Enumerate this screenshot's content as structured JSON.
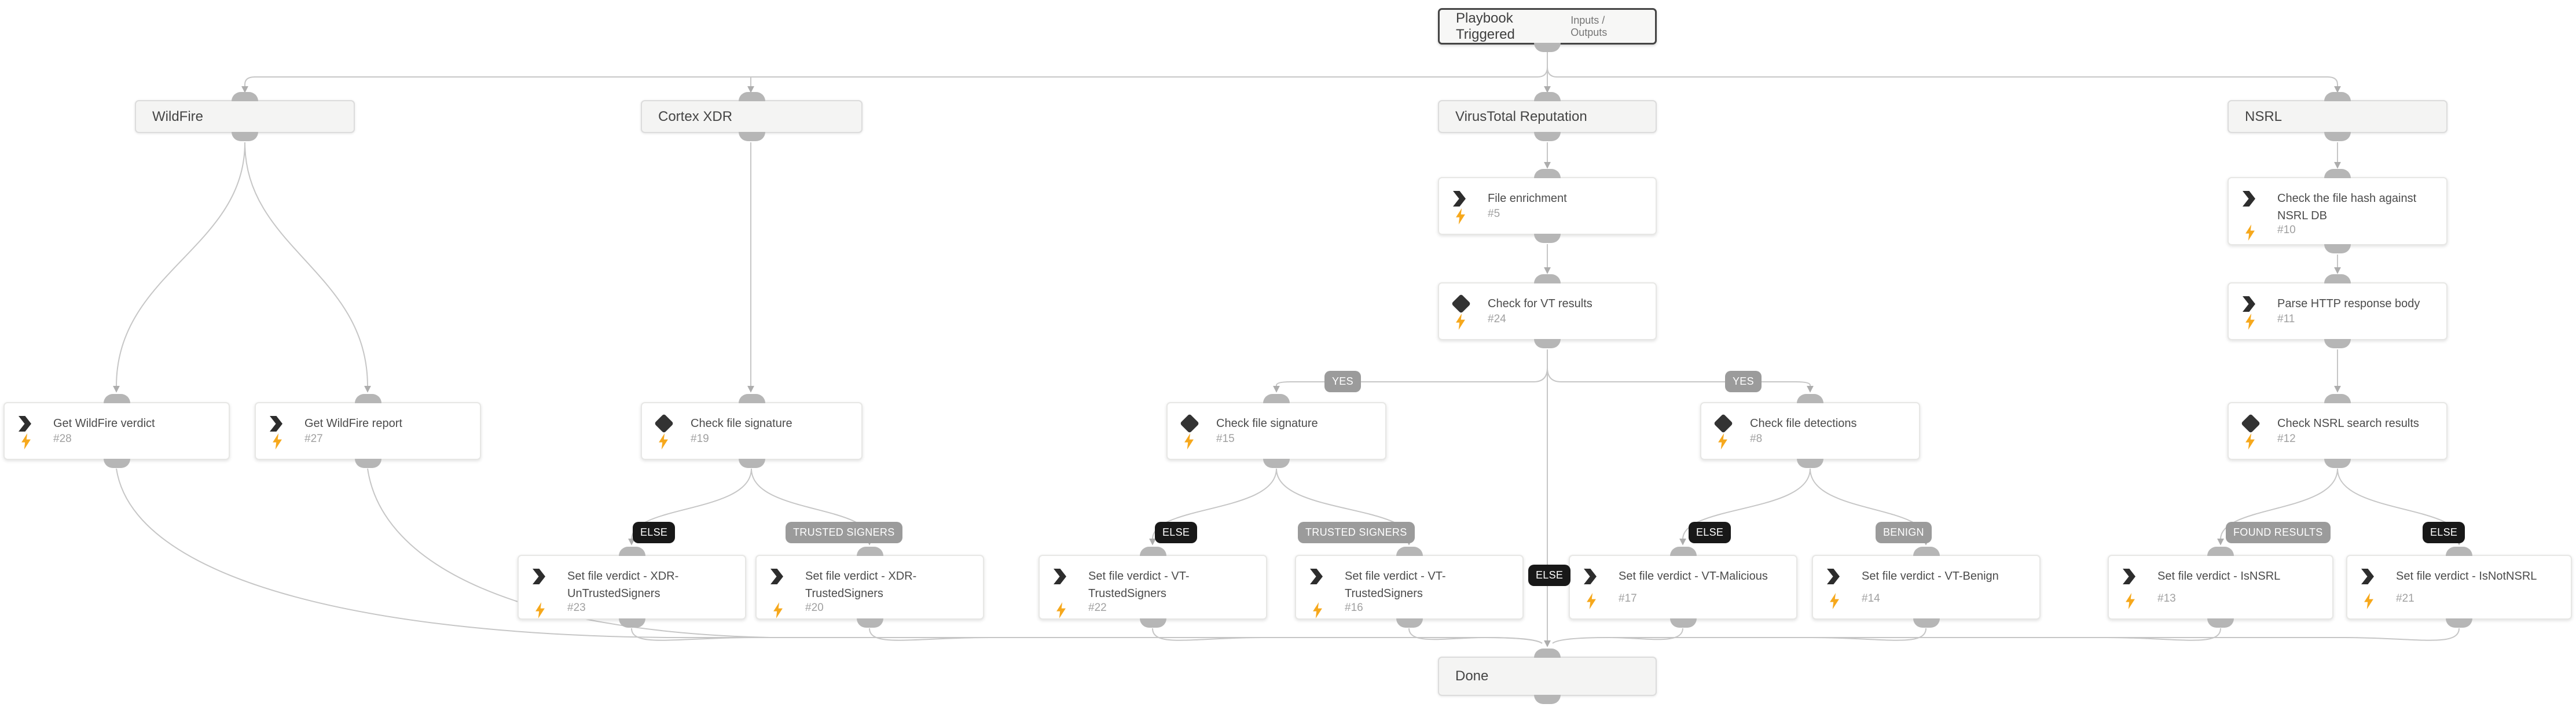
{
  "trigger": {
    "title": "Playbook Triggered",
    "io_label": "Inputs / Outputs"
  },
  "sections": [
    {
      "title": "WildFire"
    },
    {
      "title": "Cortex XDR"
    },
    {
      "title": "VirusTotal Reputation"
    },
    {
      "title": "NSRL"
    }
  ],
  "tasks": [
    {
      "title": "Get WildFire verdict",
      "id": "#28",
      "type": "playbook"
    },
    {
      "title": "Get WildFire report",
      "id": "#27",
      "type": "playbook"
    },
    {
      "title": "Check file signature",
      "id": "#19",
      "type": "condition"
    },
    {
      "title": "File enrichment",
      "id": "#5",
      "type": "playbook"
    },
    {
      "title": "Check for VT results",
      "id": "#24",
      "type": "condition"
    },
    {
      "title": "Check file signature",
      "id": "#15",
      "type": "condition"
    },
    {
      "title": "Check file detections",
      "id": "#8",
      "type": "condition"
    },
    {
      "title": "Check the file hash against NSRL DB",
      "id": "#10",
      "type": "playbook"
    },
    {
      "title": "Parse HTTP response body",
      "id": "#11",
      "type": "playbook"
    },
    {
      "title": "Check NSRL search results",
      "id": "#12",
      "type": "condition"
    },
    {
      "title": "Set file verdict - XDR-UnTrustedSigners",
      "id": "#23",
      "type": "playbook"
    },
    {
      "title": "Set file verdict - XDR-TrustedSigners",
      "id": "#20",
      "type": "playbook"
    },
    {
      "title": "Set file verdict - VT-TrustedSigners",
      "id": "#22",
      "type": "playbook"
    },
    {
      "title": "Set file verdict - VT-TrustedSigners",
      "id": "#16",
      "type": "playbook"
    },
    {
      "title": "Set file verdict - VT-Malicious",
      "id": "#17",
      "type": "playbook"
    },
    {
      "title": "Set file verdict - VT-Benign",
      "id": "#14",
      "type": "playbook"
    },
    {
      "title": "Set file verdict - IsNSRL",
      "id": "#13",
      "type": "playbook"
    },
    {
      "title": "Set file verdict - IsNotNSRL",
      "id": "#21",
      "type": "playbook"
    }
  ],
  "badges": [
    {
      "label": "YES",
      "tone": "gray"
    },
    {
      "label": "YES",
      "tone": "gray"
    },
    {
      "label": "ELSE",
      "tone": "black"
    },
    {
      "label": "TRUSTED SIGNERS",
      "tone": "gray"
    },
    {
      "label": "ELSE",
      "tone": "black"
    },
    {
      "label": "TRUSTED SIGNERS",
      "tone": "gray"
    },
    {
      "label": "ELSE",
      "tone": "black"
    },
    {
      "label": "BENIGN",
      "tone": "gray"
    },
    {
      "label": "FOUND RESULTS",
      "tone": "gray"
    },
    {
      "label": "ELSE",
      "tone": "black"
    },
    {
      "label": "ELSE",
      "tone": "black"
    }
  ],
  "done": {
    "title": "Done"
  },
  "colors": {
    "bolt": "#f6a81c",
    "badge_gray": "#9b9b9b",
    "badge_black": "#181818",
    "edge": "#c6c6c6",
    "knob": "#b6b6b6"
  }
}
